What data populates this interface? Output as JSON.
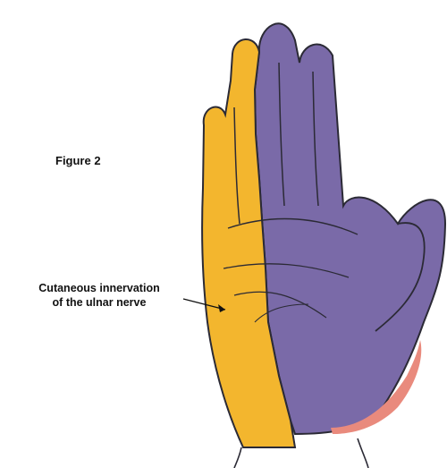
{
  "figure": {
    "label": "Figure 2",
    "callout_line1": "Cutaneous innervation",
    "callout_line2": "of the ulnar nerve"
  },
  "colors": {
    "ulnar_region": "#f3b62e",
    "median_region": "#7a6aa8",
    "thenar_patch": "#e98a7d",
    "outline": "#2b2a35"
  },
  "illustration": {
    "subject": "palm of left hand",
    "regions": [
      "ulnar-nerve-region",
      "median-nerve-region",
      "thenar-region"
    ]
  }
}
